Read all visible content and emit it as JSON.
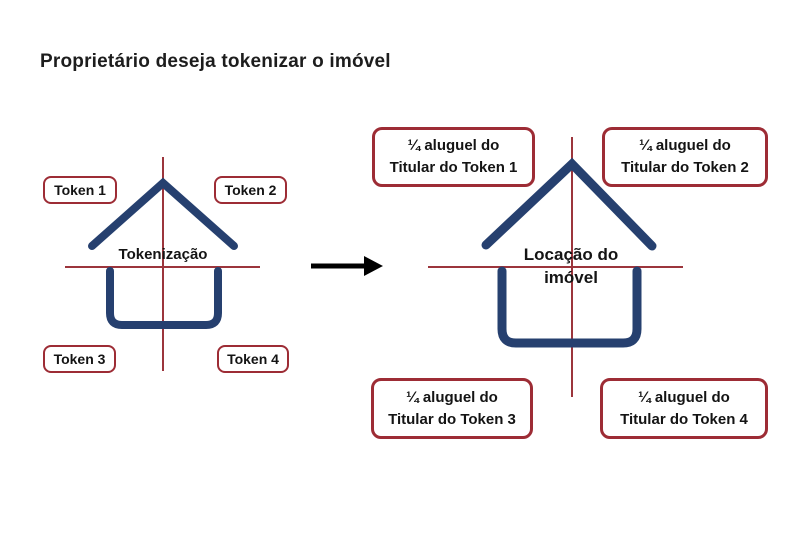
{
  "title": "Proprietário deseja tokenizar o imóvel",
  "left_diagram": {
    "center_label": "Tokenização",
    "token_labels": [
      "Token 1",
      "Token 2",
      "Token 3",
      "Token 4"
    ]
  },
  "right_diagram": {
    "center_label_line1": "Locação do",
    "center_label_line2": "imóvel",
    "share_boxes": [
      {
        "line1": "¼ aluguel do",
        "line2": "Titular do Token 1"
      },
      {
        "line1": "¼ aluguel do",
        "line2": "Titular do Token 2"
      },
      {
        "line1": "¼ aluguel do",
        "line2": "Titular do Token 3"
      },
      {
        "line1": "¼ aluguel do",
        "line2": "Titular do Token 4"
      }
    ]
  },
  "colors": {
    "box_border_red": "#9d2c35",
    "axis_line_red": "#9c353c",
    "house_navy": "#26406f",
    "arrow_black": "#000000",
    "text_black": "#1d1d1d",
    "background": "#ffffff"
  }
}
